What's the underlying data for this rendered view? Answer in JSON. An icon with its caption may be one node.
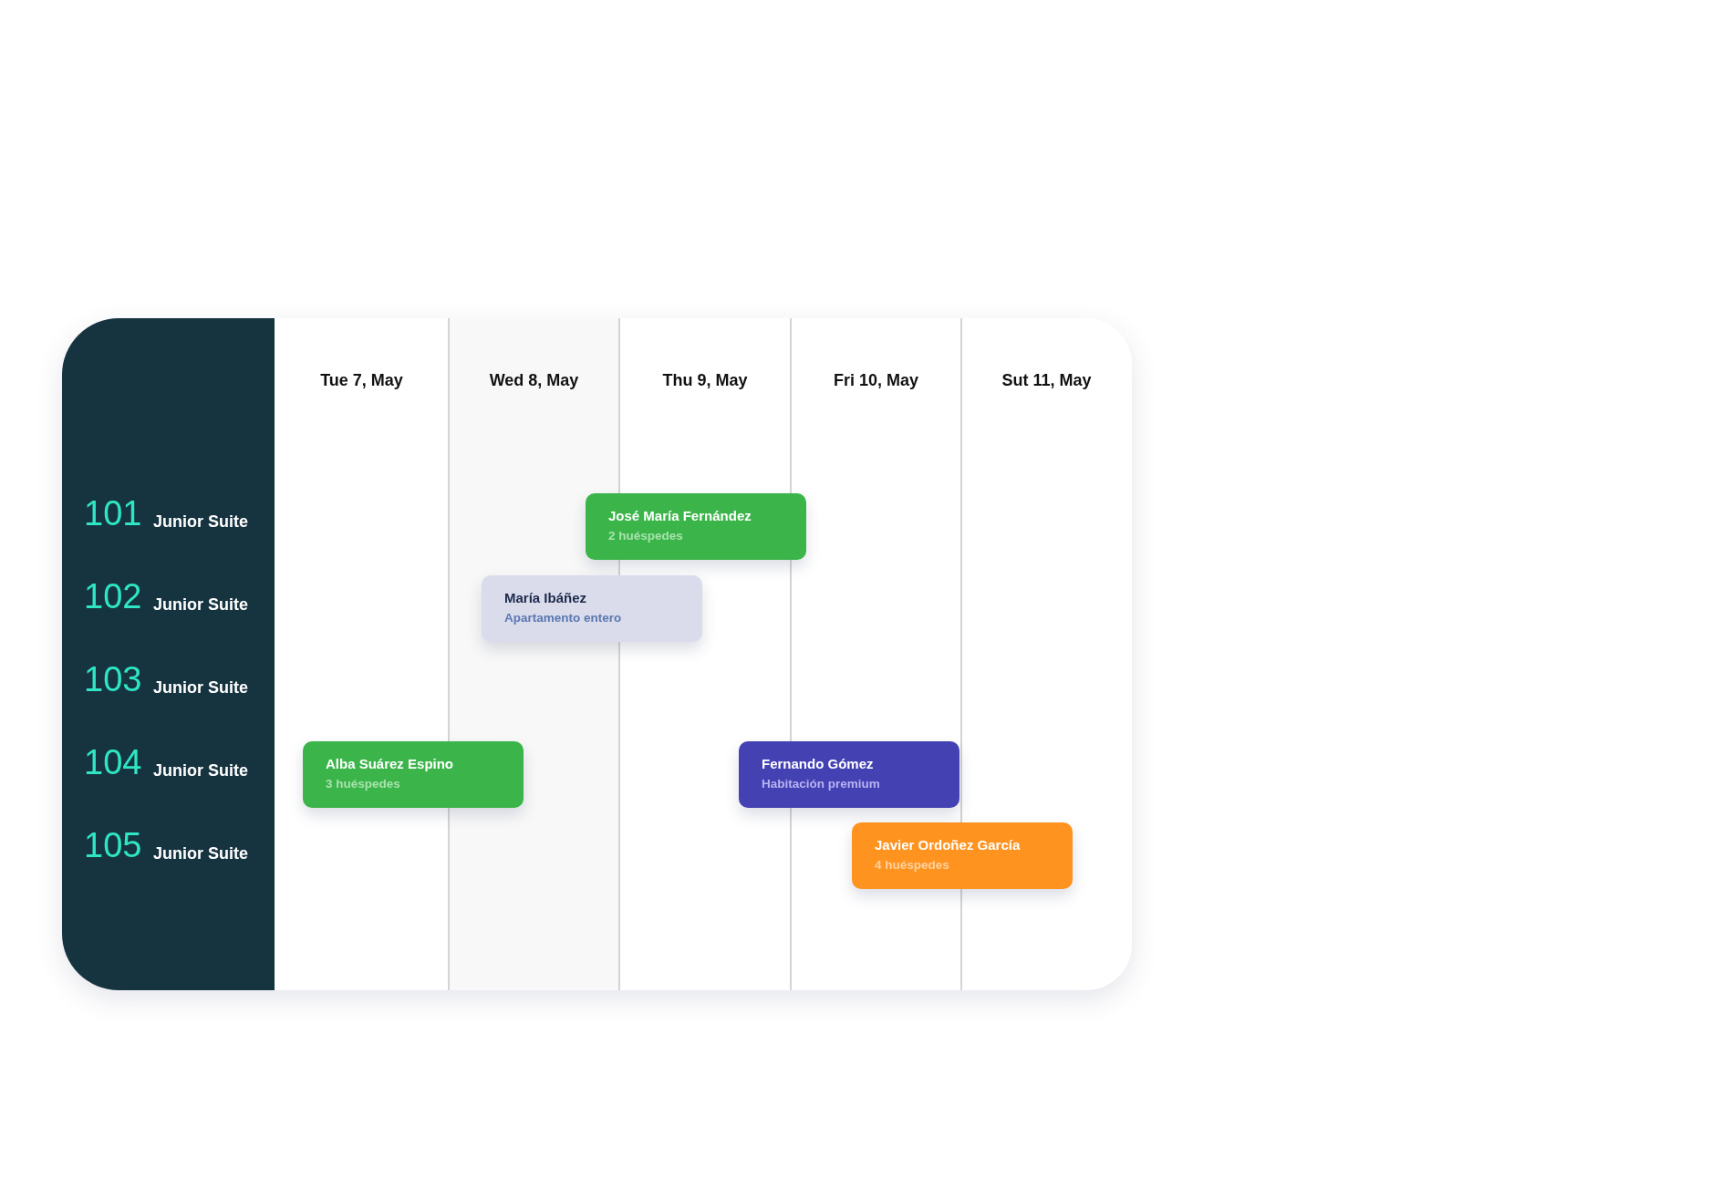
{
  "diagram": {
    "nodes": [
      {
        "text": [
          "José María Fernández",
          "2 huéspedes"
        ]
      },
      {
        "text": [
          "María Ibáñez",
          "Apartamento entero"
        ]
      },
      {
        "text": [
          "Alba Suárez Espino",
          "3 huéspedes"
        ]
      },
      {
        "text": [
          "Fernando Gómez",
          "Habitación premium"
        ]
      },
      {
        "text": [
          "Javier Ordoñez García",
          "4 huéspedes"
        ]
      }
    ],
    "labels": [
      "Tue 7, May",
      "Wed 8, May",
      "Thu 9, May",
      "Fri 10, May",
      "Sut 11, May",
      "101",
      "Junior Suite",
      "102",
      "Junior Suite",
      "103",
      "Junior Suite",
      "104",
      "Junior Suite",
      "105",
      "Junior Suite"
    ]
  }
}
